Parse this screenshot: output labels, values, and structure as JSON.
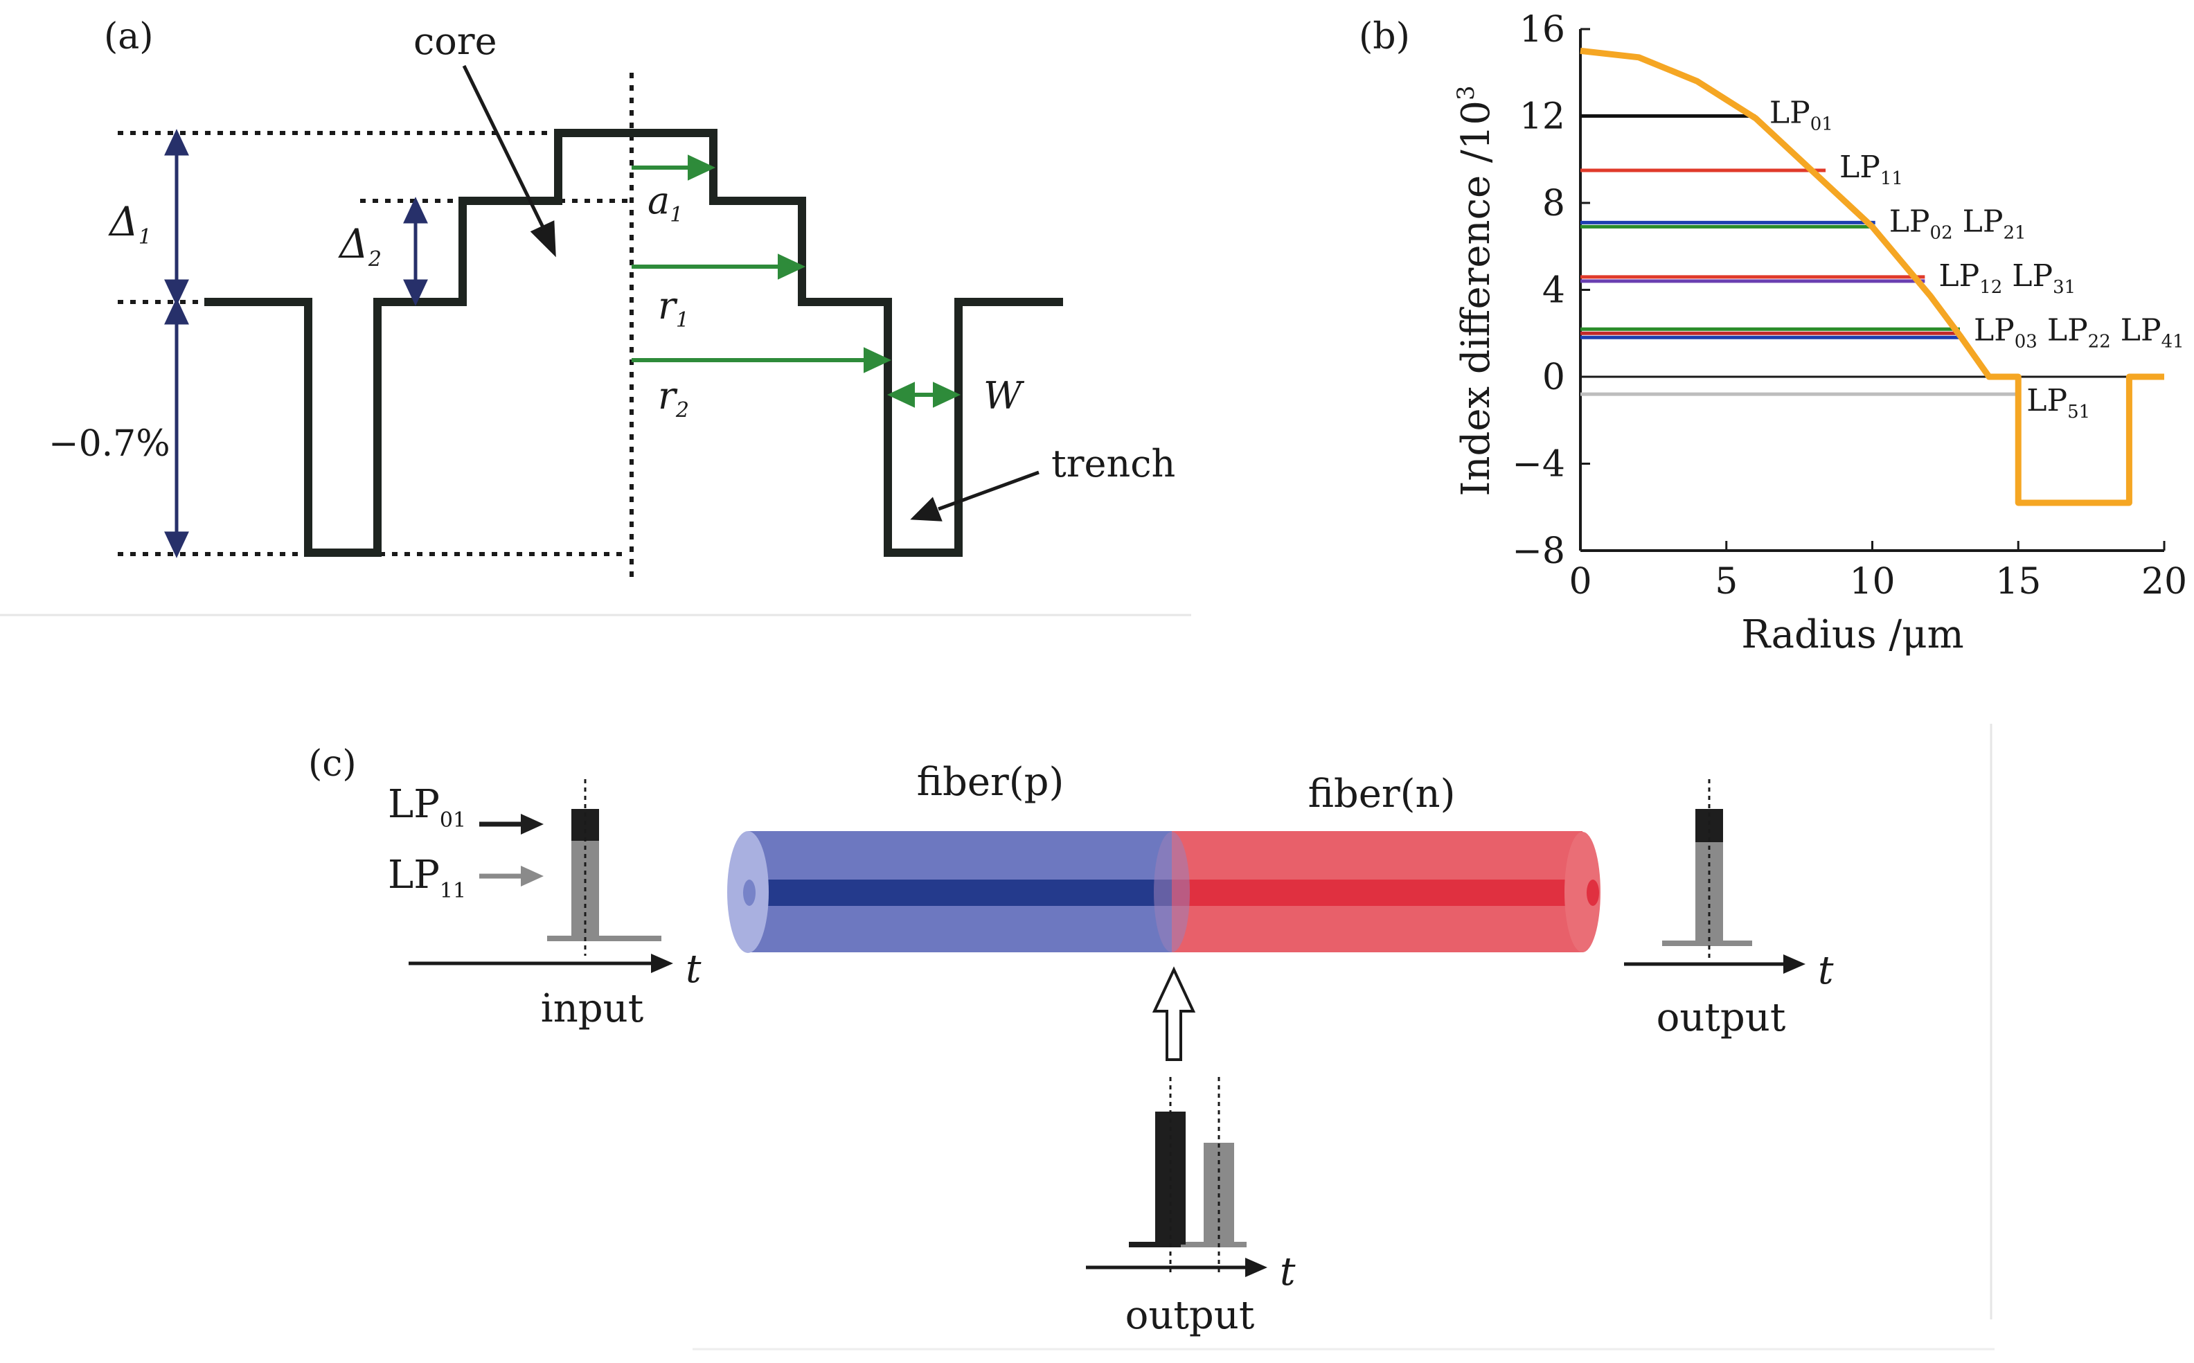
{
  "panel_a": {
    "label": "(a)",
    "core_label": "core",
    "trench_label": "trench",
    "delta1": "Δ",
    "delta1_sub": "1",
    "delta2": "Δ",
    "delta2_sub": "2",
    "depth_label": "−0.7%",
    "a1": "a",
    "a1_sub": "1",
    "r1": "r",
    "r1_sub": "1",
    "r2": "r",
    "r2_sub": "2",
    "w": "W",
    "colors": {
      "profile": "#1e2420",
      "arrow": "#2e8b3a",
      "dim": "#27306a"
    }
  },
  "panel_b": {
    "label": "(b)",
    "chart_data": {
      "type": "line",
      "xlabel": "Radius /μm",
      "ylabel": "Index difference /10",
      "ylabel_sup": "3",
      "xlim": [
        0,
        20
      ],
      "ylim": [
        -8,
        16
      ],
      "xticks": [
        0,
        5,
        10,
        15,
        20
      ],
      "yticks": [
        16,
        12,
        8,
        4,
        0,
        -4,
        -8
      ],
      "profile": {
        "color": "#f5a623",
        "x": [
          0,
          2,
          4,
          6,
          8,
          10,
          11,
          12,
          13,
          14,
          15,
          15,
          18.8,
          18.8,
          20
        ],
        "y": [
          15,
          14.7,
          13.6,
          11.9,
          9.4,
          6.9,
          5.3,
          3.7,
          1.9,
          0,
          0,
          -5.8,
          -5.8,
          0,
          0
        ]
      },
      "modes": [
        {
          "name": "LP",
          "sub": "01",
          "y": 12.0,
          "x_end": 6.0,
          "color": "#111111"
        },
        {
          "name": "LP",
          "sub": "11",
          "y": 9.5,
          "x_end": 8.4,
          "color": "#e03a2a"
        },
        {
          "name": "LP",
          "sub": "02",
          "name2": "LP",
          "sub2": "21",
          "y": 7.0,
          "x_end": 10.1,
          "colors": [
            "#1d3fb0",
            "#2a8c2a"
          ]
        },
        {
          "name": "LP",
          "sub": "12",
          "name2": "LP",
          "sub2": "31",
          "y": 4.5,
          "x_end": 11.8,
          "colors": [
            "#e03a2a",
            "#6a3fb0"
          ]
        },
        {
          "name": "LP",
          "sub": "03",
          "name2": "LP",
          "sub2": "22",
          "name3": "LP",
          "sub3": "41",
          "y": 2.0,
          "x_end": 13.0,
          "colors": [
            "#2a8c2a",
            "#c02a2a",
            "#1d3fb0"
          ]
        },
        {
          "name": "LP",
          "sub": "51",
          "y": -0.8,
          "x_end": 15.0,
          "color": "#bdbdbd"
        }
      ]
    }
  },
  "panel_c": {
    "label": "(c)",
    "fiber_p": "fiber(p)",
    "fiber_n": "fiber(n)",
    "input": "input",
    "output_mid": "output",
    "output_right": "output",
    "t": "t",
    "lp01": "LP",
    "lp01_sub": "01",
    "lp11": "LP",
    "lp11_sub": "11",
    "colors": {
      "fiber_p": "#6d78c0",
      "fiber_p_core": "#243a8c",
      "fiber_n": "#e8606a",
      "fiber_n_core": "#e03040",
      "pulse_dark": "#1e1e1e",
      "pulse_grey": "#8a8a8a"
    }
  }
}
